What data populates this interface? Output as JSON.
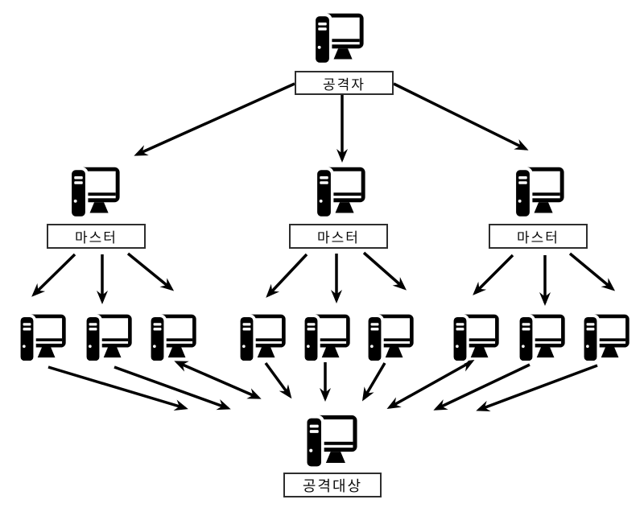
{
  "diagram": {
    "colors": {
      "background": "#ffffff",
      "ink": "#000000",
      "box_border": "#2e2e2e"
    },
    "attacker": {
      "label": "공격자"
    },
    "masters": [
      {
        "label": "마스터"
      },
      {
        "label": "마스터"
      },
      {
        "label": "마스터"
      }
    ],
    "agents": {
      "count": 9
    },
    "target": {
      "label": "공격대상"
    },
    "edges": {
      "attacker_to_masters": 3,
      "arrows_per_master_to_agents": 3,
      "agents_to_target": 9
    }
  }
}
